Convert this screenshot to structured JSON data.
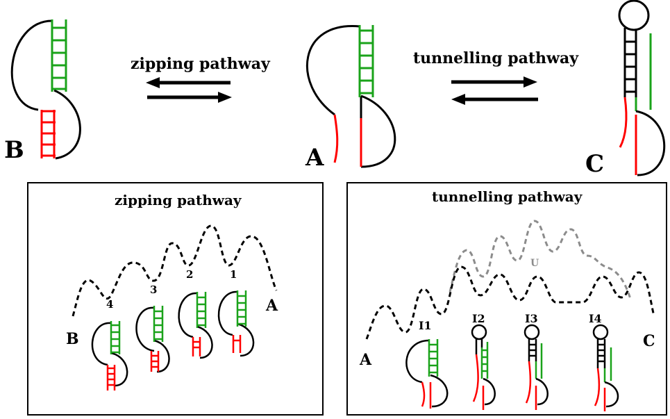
{
  "top": {
    "label_zipping": "zipping pathway",
    "label_tunnelling": "tunnelling pathway",
    "state_B": "B",
    "state_A": "A",
    "state_C": "C"
  },
  "panel_zipping": {
    "title": "zipping pathway",
    "label_B": "B",
    "label_A": "A",
    "numbers": [
      "4",
      "3",
      "2",
      "1"
    ]
  },
  "panel_tunnelling": {
    "title": "tunnelling pathway",
    "label_A": "A",
    "label_C": "C",
    "label_U": "U",
    "intermediates": [
      "I1",
      "I2",
      "I3",
      "I4"
    ]
  },
  "colors": {
    "green": "#1aa31a",
    "red": "#ff0000",
    "black": "#000000",
    "gray": "#8c8c8c"
  }
}
